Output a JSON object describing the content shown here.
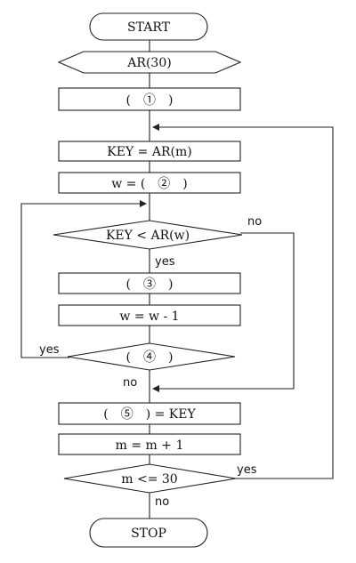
{
  "nodes": {
    "start": "START",
    "input": "AR(30)",
    "step1": "(　①　)",
    "key_assign": "KEY = AR(m)",
    "w_assign": "w = (　②　)",
    "compare": "KEY < AR(w)",
    "step3": "(　③　)",
    "decrement": "w = w - 1",
    "step4": "(　④　)",
    "step5": "(　⑤　) = KEY",
    "increment": "m = m + 1",
    "loop_check": "m <= 30",
    "stop": "STOP"
  },
  "labels": {
    "compare_no": "no",
    "compare_yes": "yes",
    "step4_yes": "yes",
    "step4_no": "no",
    "loop_yes": "yes",
    "loop_no": "no"
  }
}
